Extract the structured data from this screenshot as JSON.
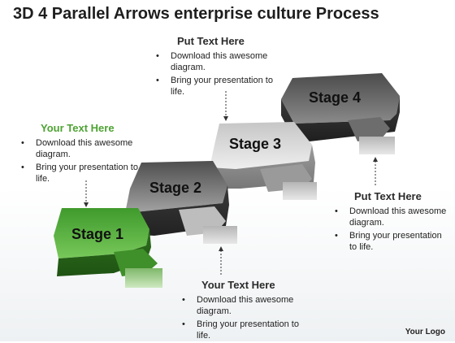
{
  "title": "3D 4 Parallel Arrows enterprise culture Process",
  "colors": {
    "stage1": "#4aa331",
    "stage2": "#6e6e6e",
    "stage3": "#d9d9d9",
    "stage4": "#5f5f5f",
    "callout_green": "#4ea233"
  },
  "stages": [
    {
      "label": "Stage 1"
    },
    {
      "label": "Stage 2"
    },
    {
      "label": "Stage 3"
    },
    {
      "label": "Stage 4"
    }
  ],
  "callouts": {
    "top": {
      "heading": "Put Text Here",
      "bullets": [
        "Download this awesome diagram.",
        "Bring your presentation to life."
      ]
    },
    "left": {
      "heading": "Your Text Here",
      "bullets": [
        "Download this awesome diagram.",
        "Bring your presentation to life."
      ]
    },
    "right": {
      "heading": "Put Text Here",
      "bullets": [
        "Download this awesome diagram.",
        "Bring your presentation to life."
      ]
    },
    "bottom": {
      "heading": "Your Text Here",
      "bullets": [
        "Download this awesome diagram.",
        "Bring your presentation to life."
      ]
    }
  },
  "logo": "Your Logo"
}
